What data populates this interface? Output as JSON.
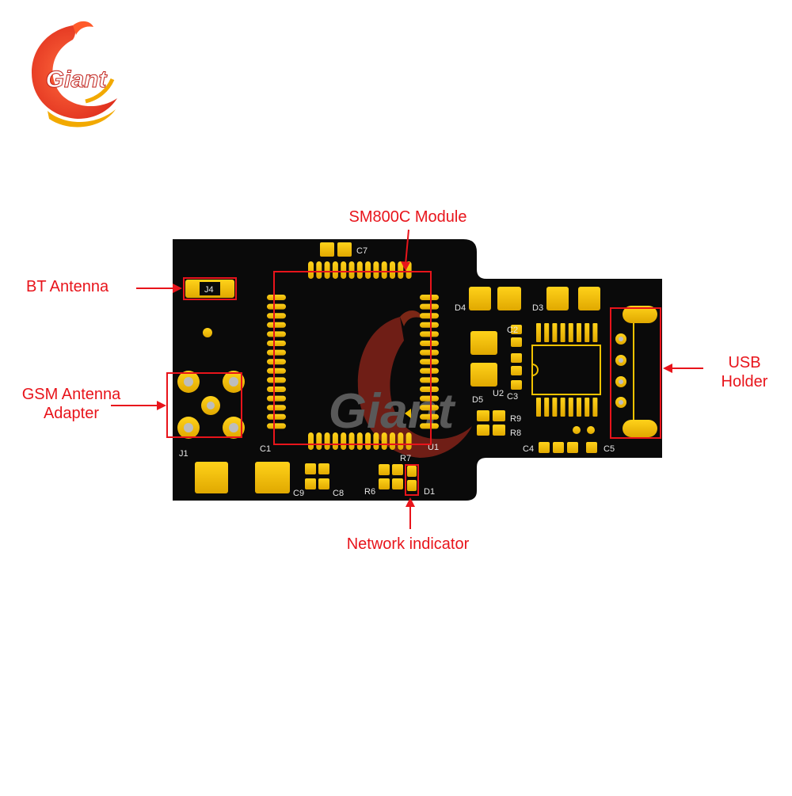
{
  "brand": {
    "logo_text": "Giant",
    "watermark_text": "Giant"
  },
  "colors": {
    "board": "#0a0a0a",
    "pad_gold": "#f2c200",
    "annotation_red": "#e8141b",
    "silkscreen": "#e6e6e6"
  },
  "callouts": {
    "module": "SM800C Module",
    "bt_antenna": "BT Antenna",
    "gsm_antenna_line1": "GSM Antenna",
    "gsm_antenna_line2": "Adapter",
    "usb_line1": "USB",
    "usb_line2": "Holder",
    "network": "Network indicator"
  },
  "silkscreen": {
    "c7": "C7",
    "j4": "J4",
    "j1": "J1",
    "c1": "C1",
    "c9": "C9",
    "c8": "C8",
    "u1": "U1",
    "r7": "R7",
    "r6": "R6",
    "d1": "D1",
    "d4": "D4",
    "d3": "D3",
    "c2": "C2",
    "d5": "D5",
    "u2": "U2",
    "c3": "C3",
    "r9": "R9",
    "r8": "R8",
    "c4": "C4",
    "c5": "C5"
  }
}
